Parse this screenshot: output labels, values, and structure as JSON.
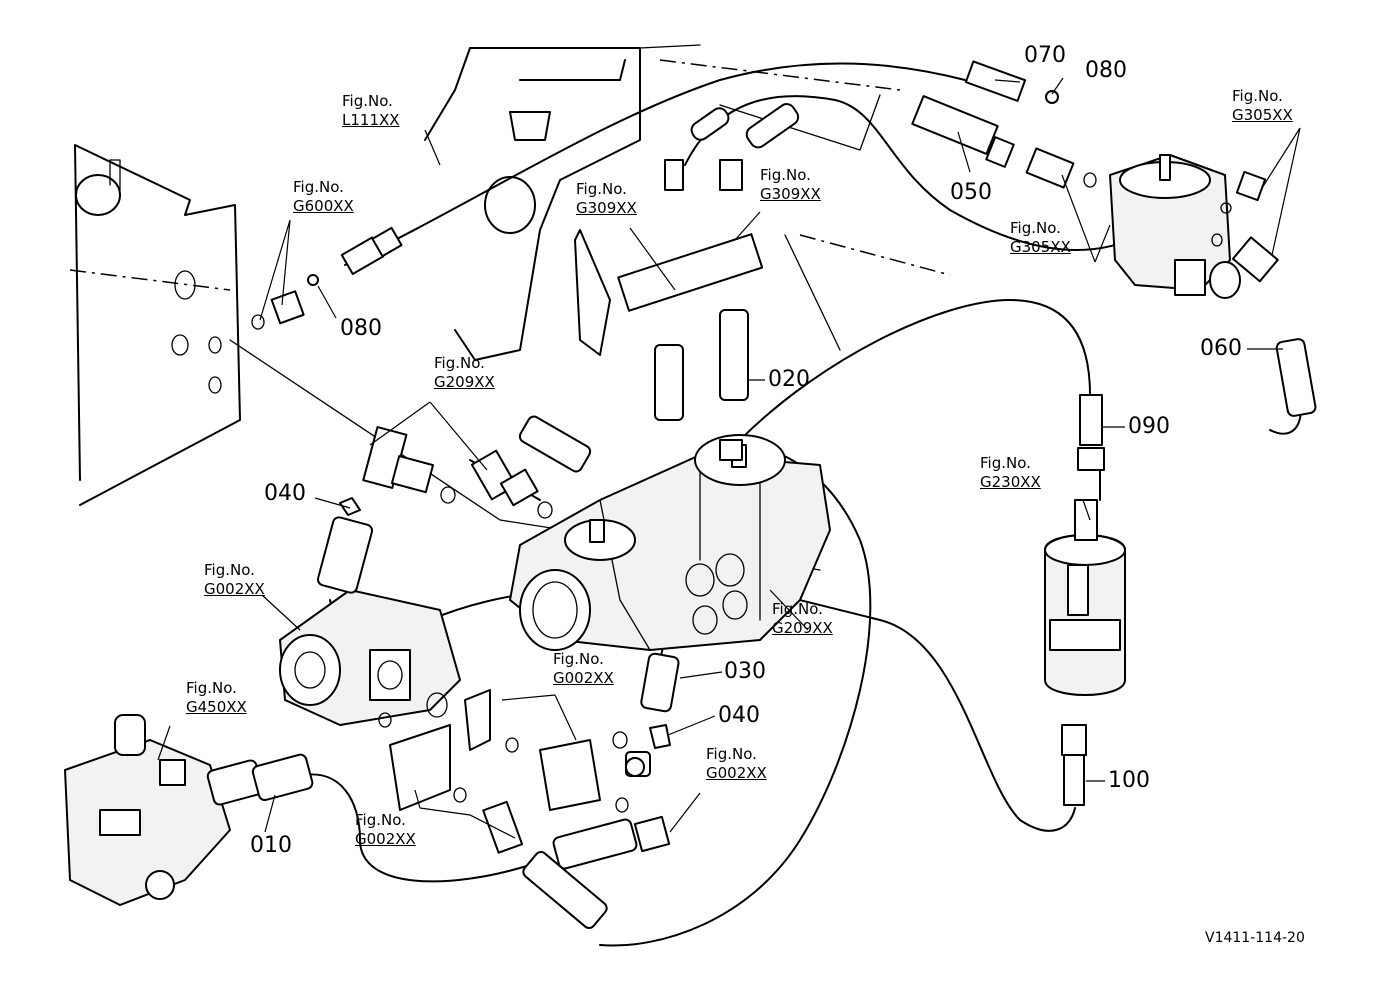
{
  "figure_references": [
    {
      "prefix": "Fig.No.",
      "code": "L111XX"
    },
    {
      "prefix": "Fig.No.",
      "code": "G600XX"
    },
    {
      "prefix": "Fig.No.",
      "code": "G309XX"
    },
    {
      "prefix": "Fig.No.",
      "code": "G309XX"
    },
    {
      "prefix": "Fig.No.",
      "code": "G305XX"
    },
    {
      "prefix": "Fig.No.",
      "code": "G305XX"
    },
    {
      "prefix": "Fig.No.",
      "code": "G209XX"
    },
    {
      "prefix": "Fig.No.",
      "code": "G230XX"
    },
    {
      "prefix": "Fig.No.",
      "code": "G002XX"
    },
    {
      "prefix": "Fig.No.",
      "code": "G209XX"
    },
    {
      "prefix": "Fig.No.",
      "code": "G002XX"
    },
    {
      "prefix": "Fig.No.",
      "code": "G450XX"
    },
    {
      "prefix": "Fig.No.",
      "code": "G002XX"
    },
    {
      "prefix": "Fig.No.",
      "code": "G002XX"
    }
  ],
  "part_numbers": [
    "070",
    "080",
    "050",
    "080",
    "020",
    "060",
    "090",
    "040",
    "030",
    "040",
    "100",
    "010"
  ],
  "drawing_code": "V1411-114-20"
}
